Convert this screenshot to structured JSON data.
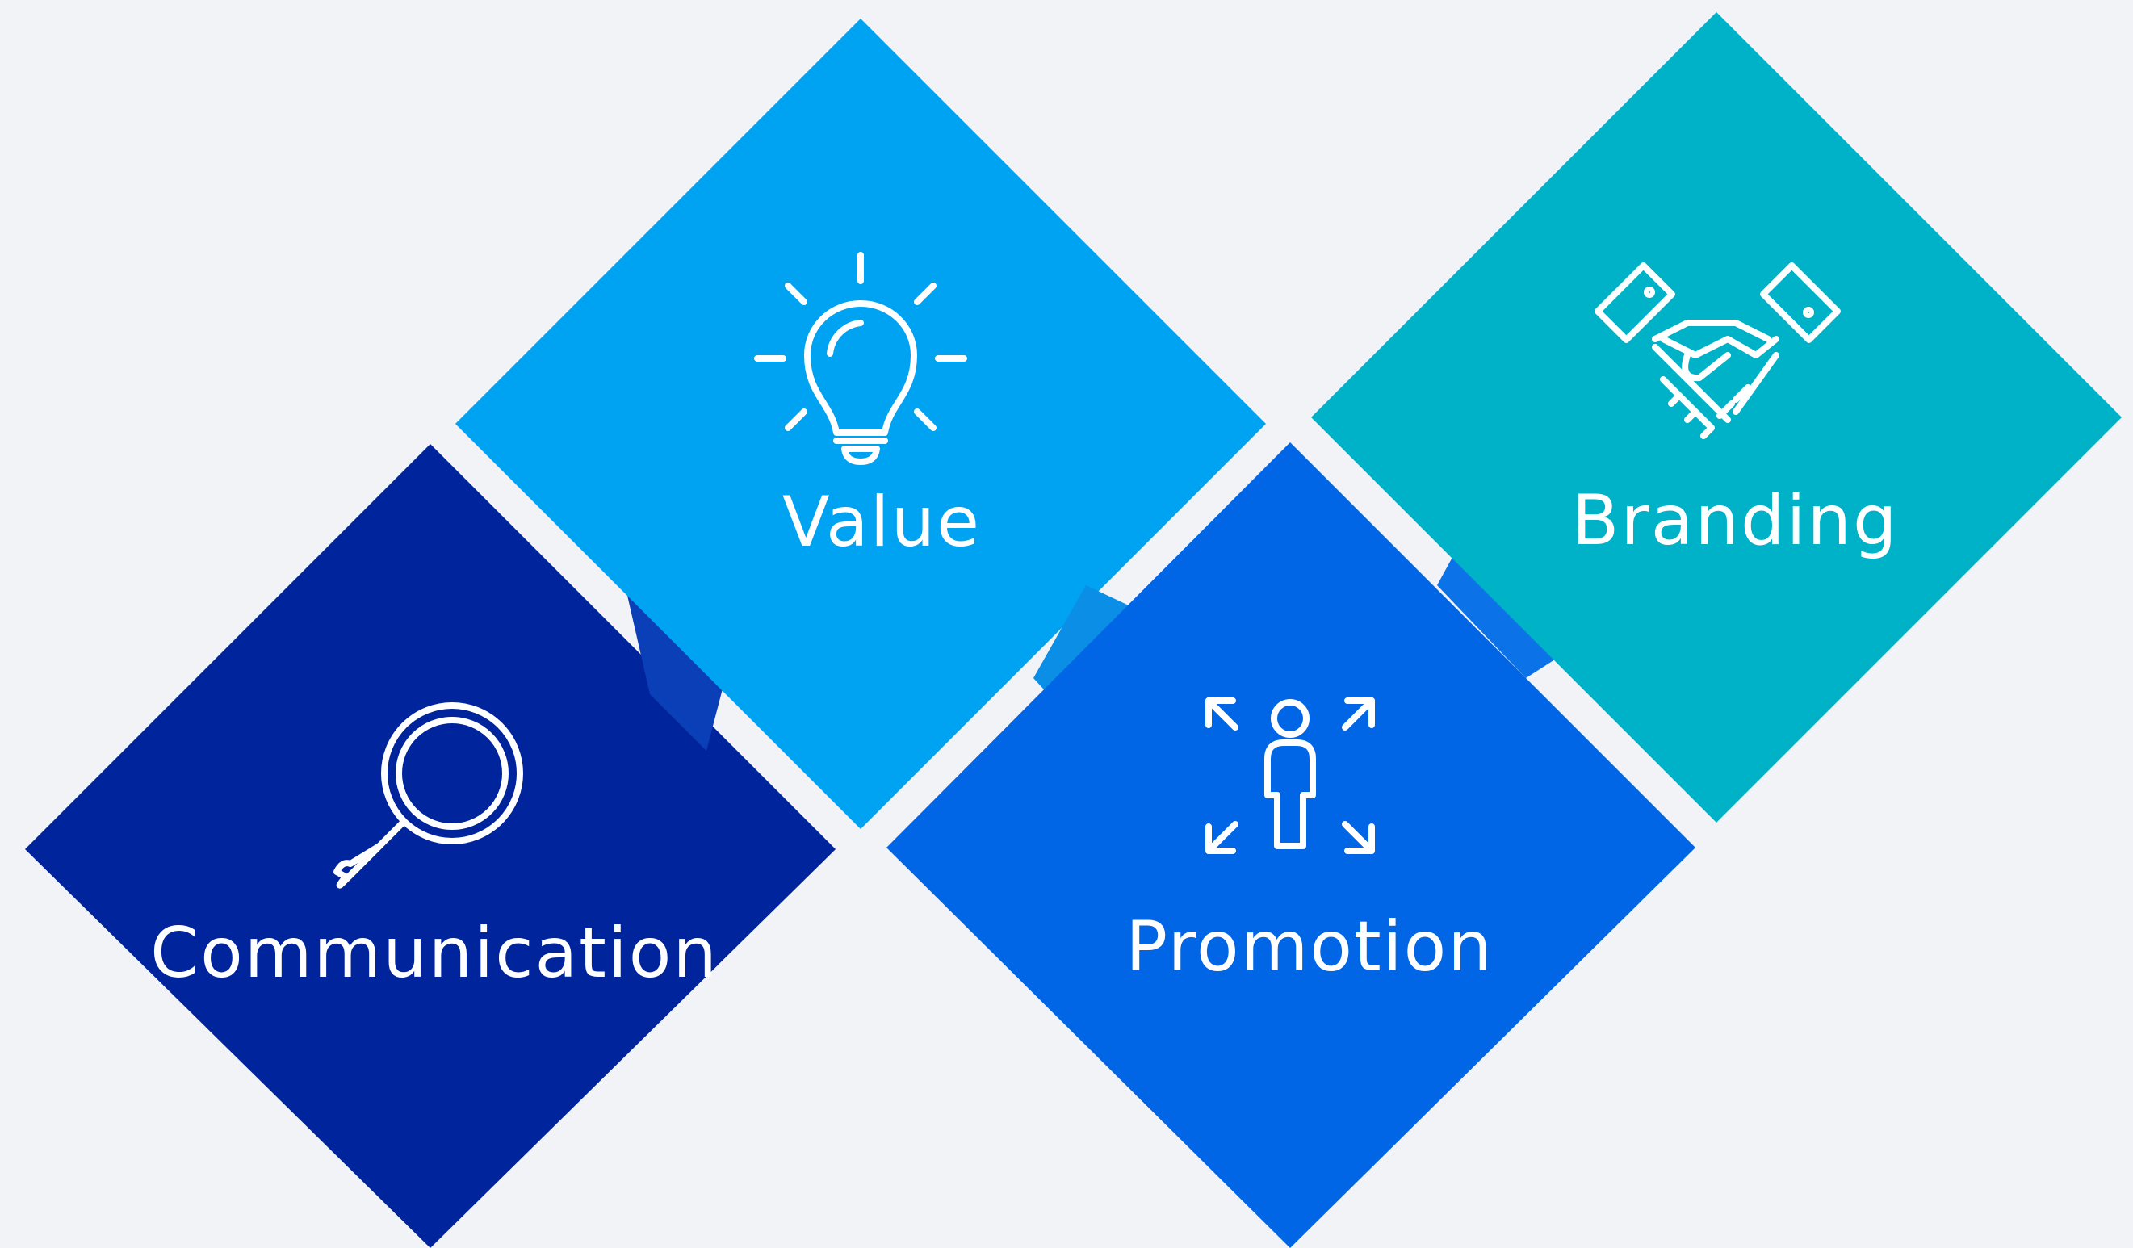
{
  "colors": {
    "background": "#f1f3f7",
    "communication": "#00249c",
    "value": "#00a2f2",
    "promotion": "#0066e6",
    "branding": "#00b2c7",
    "arrow_1": "#0b3fb8",
    "arrow_2": "#0a8ee6",
    "arrow_3": "#0b72e8",
    "text": "#ffffff"
  },
  "steps": [
    {
      "label": "Communication",
      "icon": "magnifier-icon"
    },
    {
      "label": "Value",
      "icon": "lightbulb-icon"
    },
    {
      "label": "Promotion",
      "icon": "person-expand-icon"
    },
    {
      "label": "Branding",
      "icon": "handshake-icon"
    }
  ]
}
